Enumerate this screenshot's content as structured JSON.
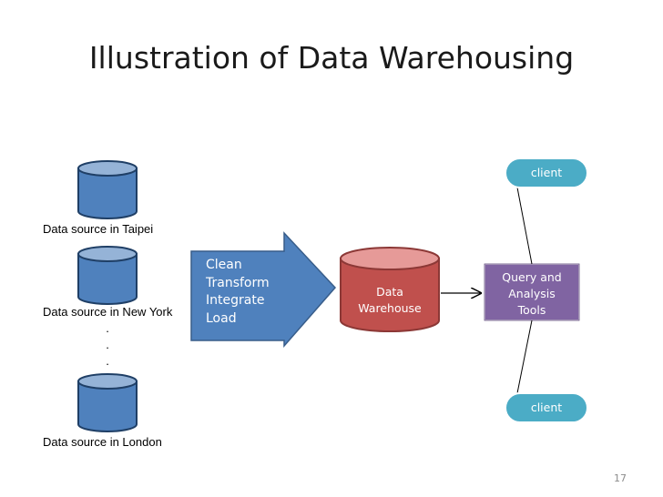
{
  "slide": {
    "title": "Illustration of Data Warehousing",
    "page_number": "17"
  },
  "sources": [
    {
      "label": "Data source in Taipei"
    },
    {
      "label": "Data source in New York"
    },
    {
      "label": "Data source in London"
    }
  ],
  "ellipsis": [
    ".",
    ".",
    "."
  ],
  "process_arrow": {
    "lines": [
      "Clean",
      "Transform",
      "Integrate",
      "Load"
    ]
  },
  "warehouse": {
    "lines": [
      "Data",
      "Warehouse"
    ]
  },
  "tools": {
    "lines": [
      "Query and",
      "Analysis",
      "Tools"
    ]
  },
  "clients": [
    {
      "label": "client"
    },
    {
      "label": "client"
    }
  ],
  "colors": {
    "source_fill": "#4f81bd",
    "source_top": "#95b3d7",
    "source_stroke": "#1f3f66",
    "warehouse_fill": "#c0504d",
    "warehouse_top": "#e69a98",
    "tools_fill": "#8064a2",
    "client_fill": "#4bacc6",
    "arrow_fill": "#4f81bd"
  }
}
